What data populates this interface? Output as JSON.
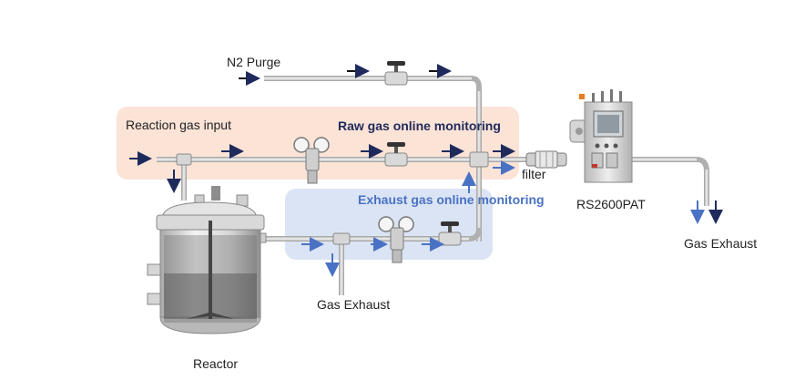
{
  "labels": {
    "n2_purge": "N2 Purge",
    "reaction_gas_input": "Reaction gas input",
    "raw_gas_monitoring": "Raw gas online monitoring",
    "exhaust_gas_monitoring": "Exhaust gas online monitoring",
    "filter": "filter",
    "analyzer": "RS2600PAT",
    "gas_exhaust_right": "Gas Exhaust",
    "gas_exhaust_bottom": "Gas Exhaust",
    "reactor": "Reactor"
  },
  "colors": {
    "raw_zone": "#fbe3d6",
    "exhaust_zone": "#dbe4f5",
    "pipe": "#c4c4c4",
    "arrow_dark": "#1f2a5c",
    "arrow_blue": "#4a72c4"
  },
  "icons": [
    "valve-icon",
    "pressure-regulator-icon",
    "filter-icon",
    "reactor-vessel-icon",
    "analyzer-cabinet-icon"
  ]
}
